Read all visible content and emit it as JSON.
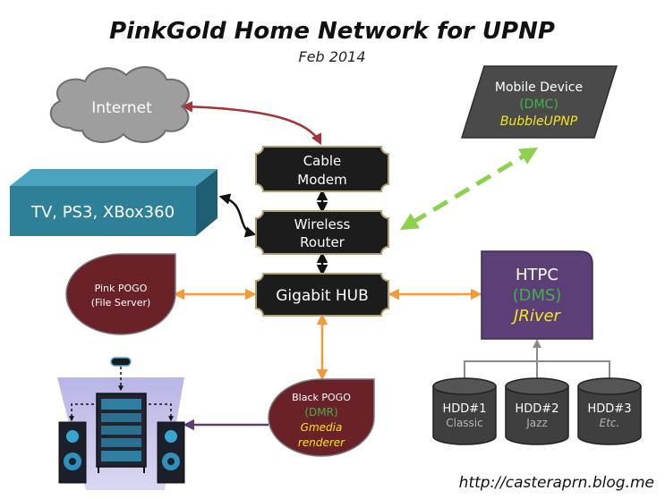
{
  "header": {
    "title": "PinkGold Home Network for UPNP",
    "subtitle": "Feb 2014"
  },
  "nodes": {
    "internet": {
      "label": "Internet"
    },
    "mobile": {
      "line1": "Mobile Device",
      "line2": "(DMC)",
      "line3": "BubbleUPNP"
    },
    "tv": {
      "label": "TV, PS3, XBox360"
    },
    "modem": {
      "line1": "Cable",
      "line2": "Modem"
    },
    "router": {
      "line1": "Wireless",
      "line2": "Router"
    },
    "hub": {
      "label": "Gigabit HUB"
    },
    "pink_pogo": {
      "line1": "Pink POGO",
      "line2": "(File Server)"
    },
    "htpc": {
      "line1": "HTPC",
      "line2": "(DMS)",
      "line3": "JRiver"
    },
    "black_pogo": {
      "line1": "Black POGO",
      "line2": "(DMR)",
      "line3": "Gmedia",
      "line4": "renderer"
    },
    "hdd1": {
      "line1": "HDD#1",
      "line2": "Classic"
    },
    "hdd2": {
      "line1": "HDD#2",
      "line2": "Jazz"
    },
    "hdd3": {
      "line1": "HDD#3",
      "line2": "Etc."
    }
  },
  "footer": {
    "url": "http://casteraprn.blog.me"
  },
  "colors": {
    "maroon": "#6b2128",
    "teal_front": "#2e7f98",
    "htpc": "#5c3f77",
    "green_text": "#3fb24a",
    "yellow_text": "#f2e61e",
    "dashed_green": "#8ed14f",
    "orange_arrow": "#f29a3c",
    "cloud": "#9e9e9e",
    "hdd": "#3f3f3f"
  }
}
